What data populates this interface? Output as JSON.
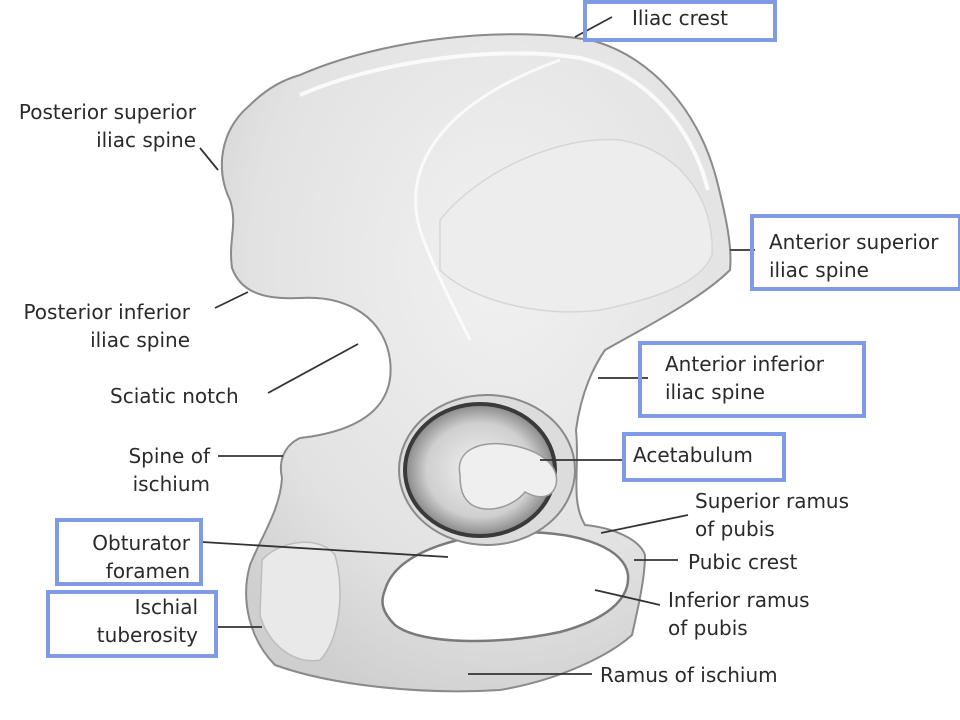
{
  "labels": {
    "iliac_crest": "Iliac crest",
    "posterior_superior_iliac_spine": "Posterior superior\niliac spine",
    "anterior_superior_iliac_spine": "Anterior superior\niliac spine",
    "posterior_inferior_iliac_spine": "Posterior inferior\niliac spine",
    "anterior_inferior_iliac_spine": "Anterior inferior\niliac spine",
    "sciatic_notch": "Sciatic notch",
    "spine_of_ischium": "Spine of\nischium",
    "acetabulum": "Acetabulum",
    "superior_ramus_of_pubis": "Superior ramus\nof pubis",
    "obturator_foramen": "Obturator\nforamen",
    "pubic_crest": "Pubic crest",
    "ischial_tuberosity": "Ischial\ntuberosity",
    "inferior_ramus_of_pubis": "Inferior ramus\nof pubis",
    "ramus_of_ischium": "Ramus of ischium"
  },
  "colors": {
    "highlight_box": "#7f9be6",
    "bone_fill": "#e7e7e7",
    "bone_outline": "#8a8a8a",
    "leader_line": "#333333"
  }
}
